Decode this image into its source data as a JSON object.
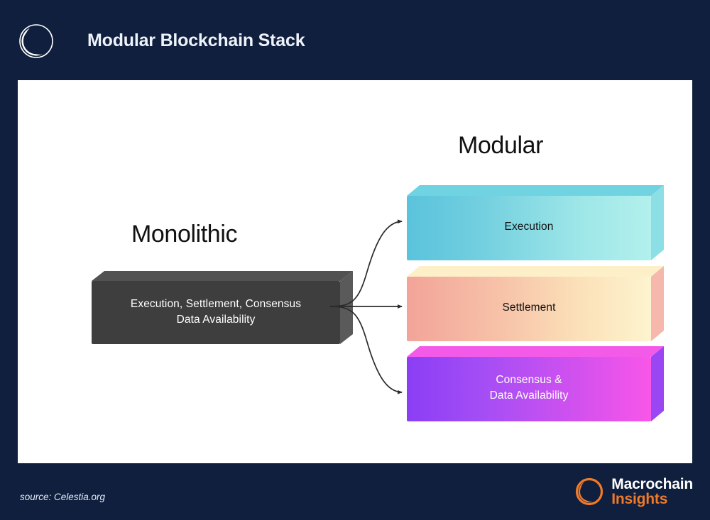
{
  "header": {
    "title": "Modular Blockchain Stack",
    "logo_icon": "crescent-ring-icon"
  },
  "diagram": {
    "monolithic": {
      "heading": "Monolithic",
      "box_label": "Execution, Settlement, Consensus\nData Availability",
      "box_color": "#3e3e3e",
      "text_color": "#ffffff"
    },
    "modular": {
      "heading": "Modular",
      "layers": [
        {
          "label": "Execution",
          "gradient_from": "#5ac3dc",
          "gradient_to": "#b2f0ec",
          "text_color": "#111111"
        },
        {
          "label": "Settlement",
          "gradient_from": "#f2a498",
          "gradient_to": "#fdf4cf",
          "text_color": "#111111"
        },
        {
          "label": "Consensus &\nData Availability",
          "gradient_from": "#8b3ef5",
          "gradient_to": "#f956e8",
          "text_color": "#ffffff"
        }
      ],
      "connector_icon": "curved-arrow-icon"
    },
    "card_background": "#ffffff"
  },
  "footer": {
    "source": "source: Celestia.org",
    "brand_line1": "Macrochain",
    "brand_line2": "Insights",
    "brand_accent": "#f07a29",
    "logo_icon": "crescent-ring-icon"
  },
  "theme": {
    "background": "#0f1f3d"
  }
}
